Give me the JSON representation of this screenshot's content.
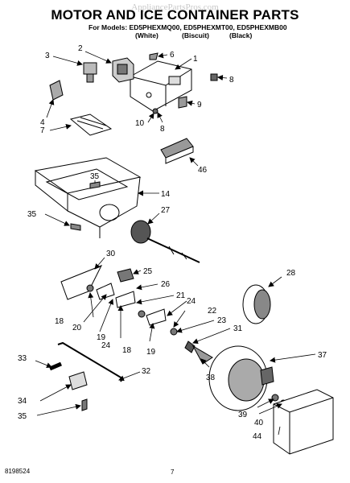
{
  "header": {
    "watermark": "AppliancePartsPros.com",
    "title": "MOTOR AND ICE CONTAINER PARTS",
    "models_line": "For Models: ED5PHEXMQ00, ED5PHEXMT00, ED5PHEXMB00",
    "variant_white": "(White)",
    "variant_biscuit": "(Biscuit)",
    "variant_black": "(Black)"
  },
  "footer": {
    "document_number": "8198524",
    "page_number": "7"
  },
  "callouts": {
    "c1": "1",
    "c2": "2",
    "c3": "3",
    "c4": "4",
    "c6": "6",
    "c7": "7",
    "c8a": "8",
    "c8b": "8",
    "c9": "9",
    "c10": "10",
    "c14": "14",
    "c18a": "18",
    "c18b": "18",
    "c19a": "19",
    "c19b": "19",
    "c20": "20",
    "c21": "21",
    "c22": "22",
    "c23": "23",
    "c24a": "24",
    "c24b": "24",
    "c25": "25",
    "c26": "26",
    "c27": "27",
    "c28": "28",
    "c30": "30",
    "c31": "31",
    "c32": "32",
    "c33": "33",
    "c34": "34",
    "c35a": "35",
    "c35b": "35",
    "c35c": "35",
    "c37": "37",
    "c38": "38",
    "c39": "39",
    "c40": "40",
    "c44": "44",
    "c46": "46"
  }
}
